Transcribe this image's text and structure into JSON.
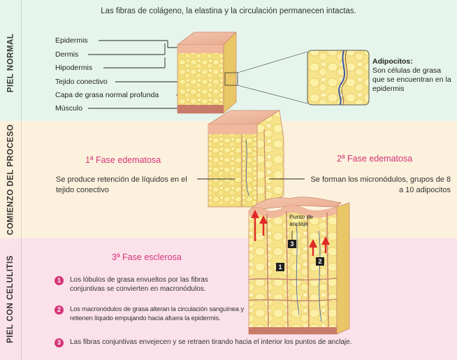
{
  "top_caption": "Las fibras de colágeno, la elastina y la circulación permanecen intactas.",
  "bands": {
    "normal": "PIEL NORMAL",
    "proceso": "COMIENZO DEL PROCESO",
    "celulitis": "PIEL CON CELULITIS"
  },
  "layers": [
    "Epidermis",
    "Dermis",
    "Hipodermis",
    "Tejido conectivo",
    "Capa de grasa normal profunda",
    "Músculo"
  ],
  "adipocitos": {
    "title": "Adipocitos:",
    "text": "Son células de grasa que se encuentran en la epidermis"
  },
  "fase1": {
    "title": "1ª Fase edematosa",
    "text": "Se produce retención de líquidos en el tejido conectivo"
  },
  "fase2": {
    "title": "2ª Fase edematosa",
    "text": "Se forman los micronódulos, grupos de 8 a 10 adipocitos"
  },
  "fase3": {
    "title": "3ª Fase esclerosa",
    "steps": [
      {
        "num": "1",
        "text": "Los lóbulos de grasa envueltos por las fibras conjuntivas se convierten en macronódulos."
      },
      {
        "num": "2",
        "text": "Los macronódulos de grasa alteran la circulación sanguínea y retienen líquido empujando hacia afuera la epidermis."
      },
      {
        "num": "3",
        "text": "Las fibras conjuntivas envejecen y se retraen tirando hacia el interior los puntos de anclaje."
      }
    ]
  },
  "punto_anclaje": "Punto de anclaje",
  "markers": [
    "1",
    "2",
    "3"
  ],
  "colors": {
    "band_normal": "#e6f5ec",
    "band_proceso": "#fcf1dc",
    "band_celulitis": "#fbe2ea",
    "accent_pink": "#d6337a",
    "arrow_red": "#e02828"
  }
}
